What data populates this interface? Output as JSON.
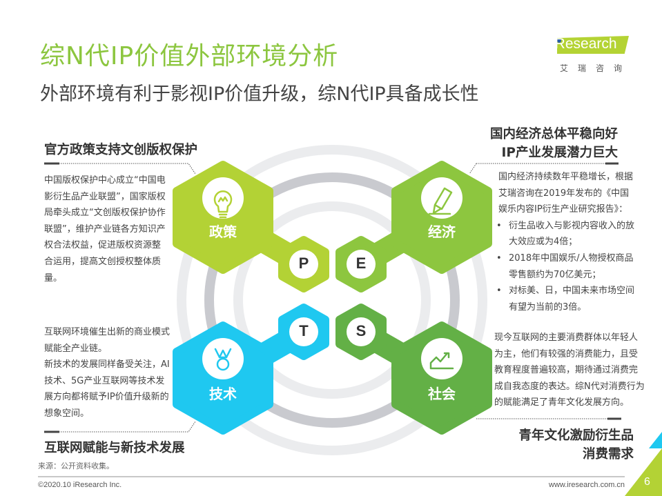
{
  "header": {
    "title": "综N代IP价值外部环境分析",
    "subtitle": "外部环境有利于影视IP价值升级，综N代IP具备成长性",
    "logo_text": "iResearch",
    "logo_cn": "艾瑞咨询"
  },
  "colors": {
    "title": "#8cc63f",
    "policy": "#b3d235",
    "economy": "#8dc63f",
    "technology": "#1fc8f0",
    "society": "#63b046",
    "ring_light": "#ebecee",
    "ring_dark": "#c9cacf"
  },
  "pest": {
    "policy": {
      "label": "政策",
      "letter": "P",
      "icon": "lightbulb-icon"
    },
    "economy": {
      "label": "经济",
      "letter": "E",
      "icon": "pencil-icon"
    },
    "technology": {
      "label": "技术",
      "letter": "T",
      "icon": "medal-icon"
    },
    "society": {
      "label": "社会",
      "letter": "S",
      "icon": "growth-chart-icon"
    }
  },
  "sections": {
    "policy": {
      "heading": "官方政策支持文创版权保护",
      "body": "中国版权保护中心成立“中国电影衍生品产业联盟”，国家版权局牵头成立“文创版权保护协作联盟”，维护产业链各方知识产权合法权益，促进版权资源整合运用，提高文创授权整体质量。"
    },
    "economy": {
      "heading_line1": "国内经济总体平稳向好",
      "heading_line2": "IP产业发展潜力巨大",
      "intro": "国内经济持续数年平稳增长，根据艾瑞咨询在2019年发布的《中国娱乐内容IP衍生产业研究报告》：",
      "bullets": [
        "衍生品收入与影视内容收入的放大效应或为4倍；",
        "2018年中国娱乐/人物授权商品零售额约为70亿美元；",
        "对标美、日，中国未来市场空间有望为当前的3倍。"
      ]
    },
    "technology": {
      "heading": "互联网赋能与新技术发展",
      "body1": "互联网环境催生出新的商业模式赋能全产业链。",
      "body2": "新技术的发展同样备受关注，AI技术、5G产业互联网等技术发展方向都将赋予IP价值升级新的想象空间。"
    },
    "society": {
      "heading_line1": "青年文化激励衍生品",
      "heading_line2": "消费需求",
      "body": "现今互联网的主要消费群体以年轻人为主，他们有较强的消费能力，且受教育程度普遍较高，期待通过消费完成自我态度的表达。综N代对消费行为的赋能满足了青年文化发展方向。"
    }
  },
  "footer": {
    "source": "来源：公开资料收集。",
    "copyright": "©2020.10 iResearch Inc.",
    "url": "www.iresearch.com.cn",
    "page": "6"
  }
}
